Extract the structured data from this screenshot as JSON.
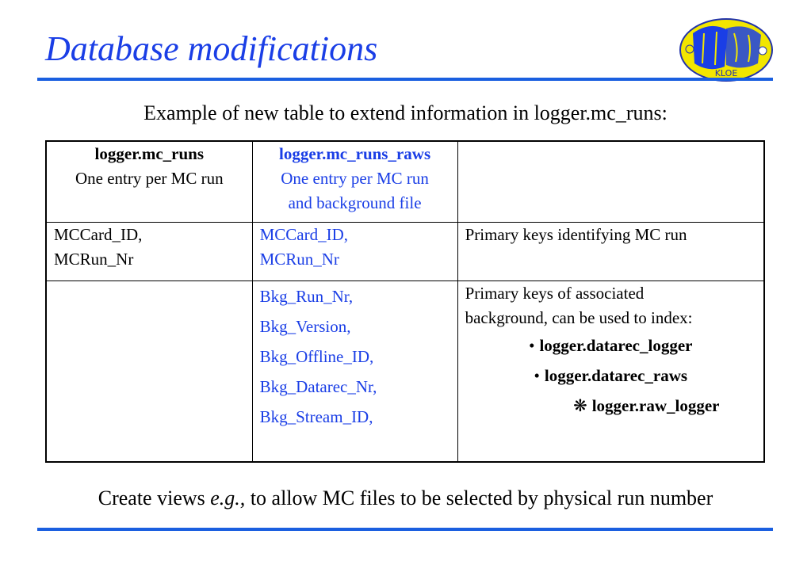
{
  "title": "Database modifications",
  "logo_text": "KLOE",
  "subtitle": "Example of new table to extend information in logger.mc_runs:",
  "table": {
    "header": {
      "col1_name": "logger.mc_runs",
      "col1_desc": "One entry per MC run",
      "col2_name": "logger.mc_runs_raws",
      "col2_desc_line1": "One entry per MC run",
      "col2_desc_line2": "and background file",
      "col3": ""
    },
    "row_keys": {
      "col1_line1": "MCCard_ID,",
      "col1_line2": "MCRun_Nr",
      "col2_line1": "MCCard_ID,",
      "col2_line2": "MCRun_Nr",
      "col3": "Primary keys identifying MC run"
    },
    "row_bkg": {
      "col1": "",
      "col2_items": [
        "Bkg_Run_Nr,",
        "Bkg_Version,",
        "Bkg_Offline_ID,",
        "Bkg_Datarec_Nr,",
        "Bkg_Stream_ID,"
      ],
      "col3_line1": "Primary keys of associated",
      "col3_line2": "background, can be used to index:",
      "bullet": "•",
      "sub_bullet": "❋",
      "bullets": [
        "logger.datarec_logger",
        "logger.datarec_raws"
      ],
      "sub_item": "logger.raw_logger"
    }
  },
  "footer": {
    "pre": "Create views ",
    "em": "e.g.,",
    "post": " to allow MC files to be selected by physical run number"
  },
  "colors": {
    "accent_blue": "#1a3ee6",
    "rule_blue": "#1a5fe0",
    "logo_yellow": "#f2e600"
  }
}
